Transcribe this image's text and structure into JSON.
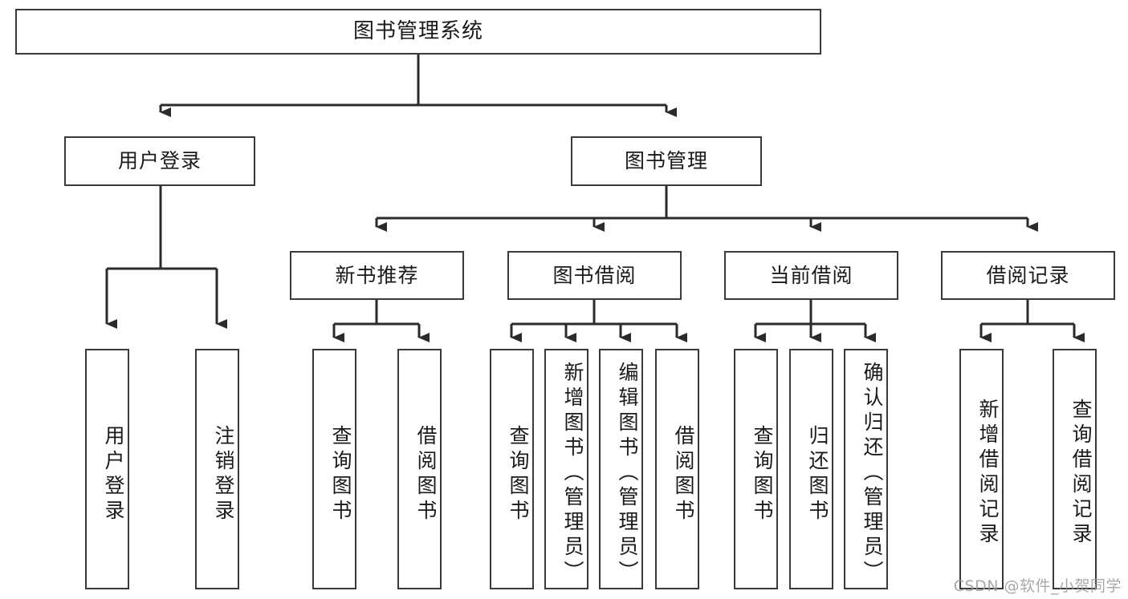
{
  "diagram": {
    "title": "图书管理系统",
    "type": "tree",
    "colors": {
      "box_border": "#3a3a3a",
      "box_fill": "#ffffff",
      "connector": "#2b2b2b",
      "text": "#1a1a1a",
      "watermark": "#9a9a9a"
    },
    "levels": {
      "root": {
        "label": "图书管理系统"
      },
      "level2": [
        {
          "label": "用户登录"
        },
        {
          "label": "图书管理"
        }
      ],
      "level3": [
        {
          "label": "新书推荐"
        },
        {
          "label": "图书借阅"
        },
        {
          "label": "当前借阅"
        },
        {
          "label": "借阅记录"
        }
      ],
      "leaves": [
        {
          "label": "用户登录",
          "parent": "用户登录"
        },
        {
          "label": "注销登录",
          "parent": "用户登录"
        },
        {
          "label": "查询图书",
          "parent": "新书推荐"
        },
        {
          "label": "借阅图书",
          "parent": "新书推荐"
        },
        {
          "label": "查询图书",
          "parent": "图书借阅"
        },
        {
          "label": "新增图书（管理员）",
          "parent": "图书借阅"
        },
        {
          "label": "编辑图书（管理员）",
          "parent": "图书借阅"
        },
        {
          "label": "借阅图书",
          "parent": "图书借阅"
        },
        {
          "label": "查询图书",
          "parent": "当前借阅"
        },
        {
          "label": "归还图书",
          "parent": "当前借阅"
        },
        {
          "label": "确认归还（管理员）",
          "parent": "当前借阅"
        },
        {
          "label": "新增借阅记录",
          "parent": "借阅记录"
        },
        {
          "label": "查询借阅记录",
          "parent": "借阅记录"
        }
      ]
    }
  },
  "watermark": {
    "text": "CSDN @软件_小贺同学"
  }
}
